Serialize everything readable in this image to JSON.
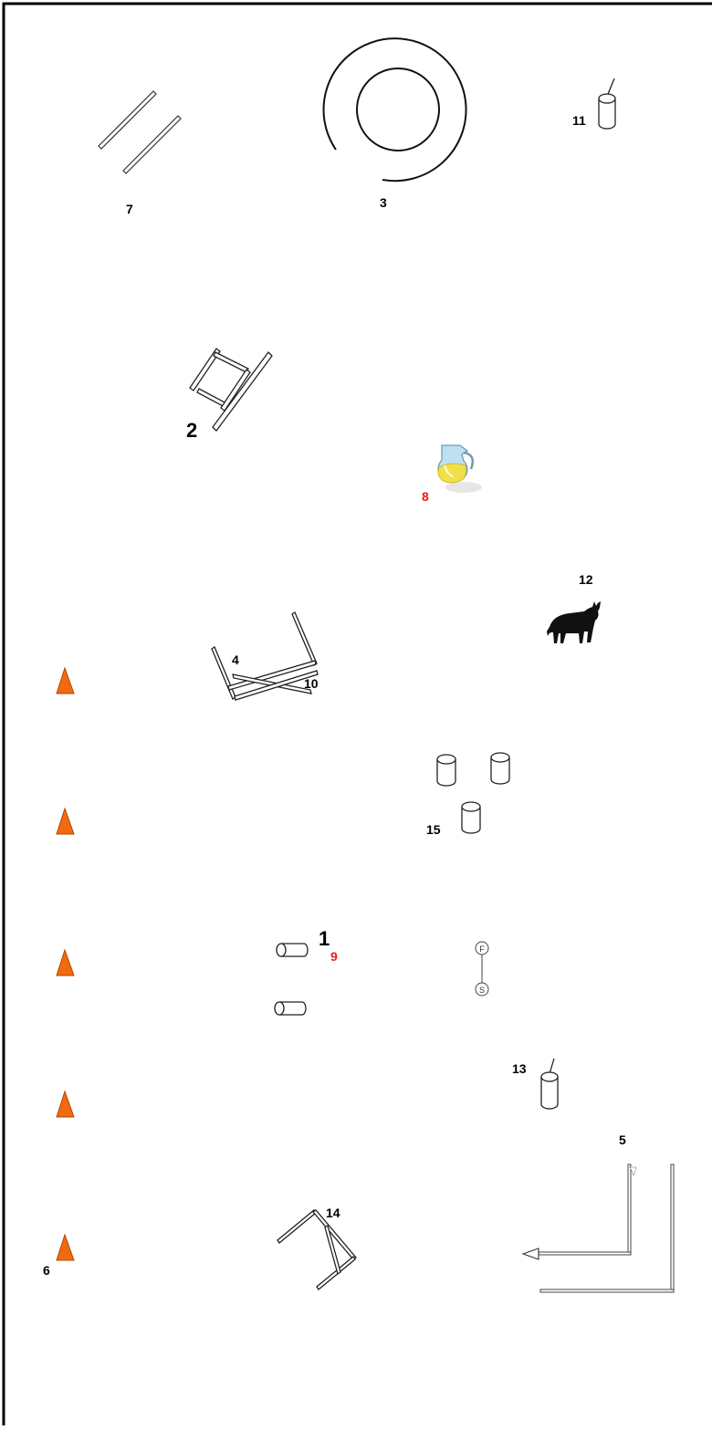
{
  "colors": {
    "border": "#000000",
    "stroke": "#222222",
    "cone_fill": "#f26a10",
    "cone_stroke": "#b34500",
    "red_label": "#e3201b",
    "jug_liquid": "#f2e04a",
    "jug_glass": "#bfe0f0"
  },
  "labels": {
    "n1": "1",
    "n2": "2",
    "n3": "3",
    "n4": "4",
    "n5": "5",
    "n6": "6",
    "n7": "7",
    "n8": "8",
    "n9": "9",
    "n10": "10",
    "n11": "11",
    "n12": "12",
    "n13": "13",
    "n14": "14",
    "n15": "15"
  },
  "marker_text": {
    "top": "F",
    "bottom": "S"
  },
  "icons": {
    "cone": "traffic-cone-icon",
    "barrel": "barrel-icon",
    "jug": "lemonade-jug-icon",
    "bull": "bull-silhouette-icon",
    "poles": "poles-icon",
    "circles": "circle-arena-icon"
  }
}
